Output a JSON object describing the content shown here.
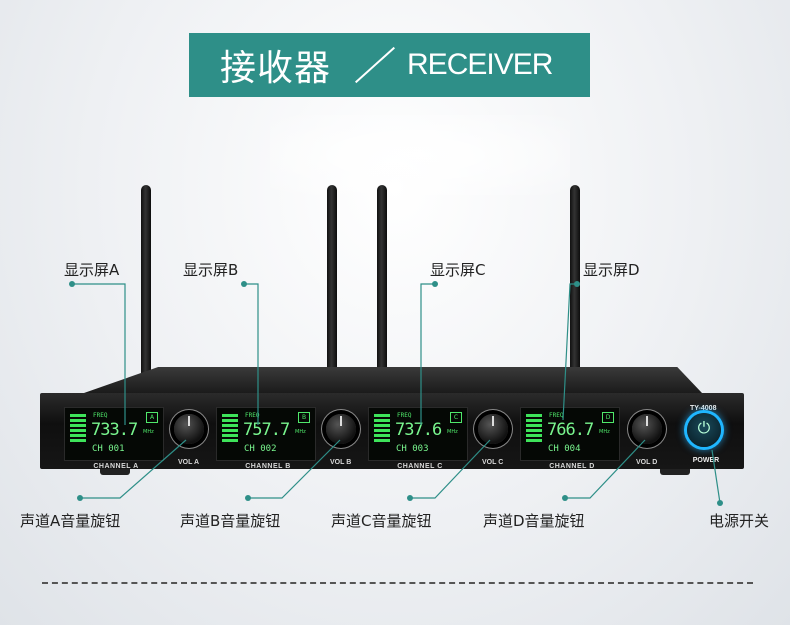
{
  "banner": {
    "title_cn": "接收器",
    "title_en": "RECEIVER",
    "color": "#2e8f88"
  },
  "device": {
    "model": "TY-4008",
    "power_label": "POWER",
    "channels": [
      {
        "lcd_label": "FREQ",
        "freq": "733.7",
        "unit": "MHz",
        "ch": "CH 001",
        "ant": "A",
        "channel_label": "CHANNEL A",
        "vol_label": "VOL A"
      },
      {
        "lcd_label": "FREQ",
        "freq": "757.7",
        "unit": "MHz",
        "ch": "CH 002",
        "ant": "B",
        "channel_label": "CHANNEL B",
        "vol_label": "VOL B"
      },
      {
        "lcd_label": "FREQ",
        "freq": "737.6",
        "unit": "MHz",
        "ch": "CH 003",
        "ant": "C",
        "channel_label": "CHANNEL C",
        "vol_label": "VOL C"
      },
      {
        "lcd_label": "FREQ",
        "freq": "766.7",
        "unit": "MHz",
        "ch": "CH 004",
        "ant": "D",
        "channel_label": "CHANNEL D",
        "vol_label": "VOL D"
      }
    ]
  },
  "callouts": {
    "display_a": "显示屏A",
    "display_b": "显示屏B",
    "display_c": "显示屏C",
    "display_d": "显示屏D",
    "knob_a": "声道A音量旋钮",
    "knob_b": "声道B音量旋钮",
    "knob_c": "声道C音量旋钮",
    "knob_d": "声道D音量旋钮",
    "power_switch": "电源开关"
  },
  "colors": {
    "accent": "#2e8f88",
    "lcd_green": "#79f58e",
    "power_ring": "#1fb6ff"
  }
}
